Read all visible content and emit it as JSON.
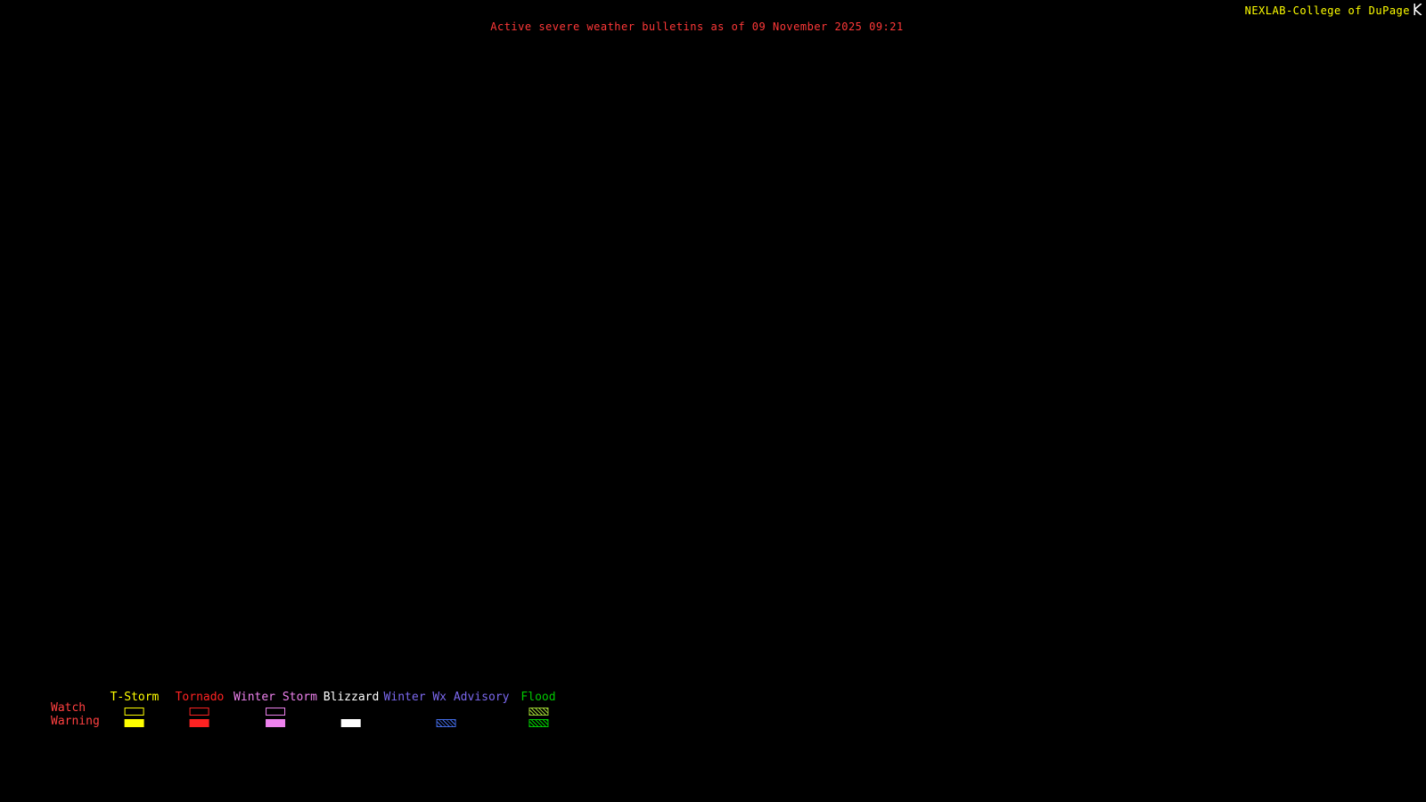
{
  "header": {
    "title": "Active severe weather bulletins as of 09 November 2025 09:21",
    "source": "NEXLAB-College of DuPage",
    "logo_icon": "station-mark-icon"
  },
  "colors": {
    "background": "#000000",
    "title_text": "#ff3838",
    "source_text": "#ffff00",
    "row_labels": "#ff4040",
    "tstorm": "#ffff00",
    "tornado": "#ff2222",
    "winter_storm": "#ee82ee",
    "blizzard": "#ffffff",
    "winter_wx_advisory_label": "#7b68ee",
    "winter_wx_advisory_hatch": "#4169e1",
    "flood": "#00c800",
    "flood_watch_hatch": "#9acd32"
  },
  "legend": {
    "watch_label": "Watch",
    "warning_label": "Warning",
    "items": [
      {
        "label": "T-Storm",
        "color": "#ffff00",
        "watch_swatch": "outline",
        "warning_swatch": "filled"
      },
      {
        "label": "Tornado",
        "color": "#ff2222",
        "watch_swatch": "outline",
        "warning_swatch": "filled"
      },
      {
        "label": "Winter Storm",
        "color": "#ee82ee",
        "watch_swatch": "outline",
        "warning_swatch": "filled"
      },
      {
        "label": "Blizzard",
        "color": "#ffffff",
        "watch_swatch": "none",
        "warning_swatch": "filled"
      },
      {
        "label": "Winter Wx Advisory",
        "color": "#7b68ee",
        "watch_swatch": "none",
        "warning_swatch": "hatched"
      },
      {
        "label": "Flood",
        "color": "#00c800",
        "watch_swatch": "hatched",
        "warning_swatch": "hatched"
      }
    ]
  }
}
